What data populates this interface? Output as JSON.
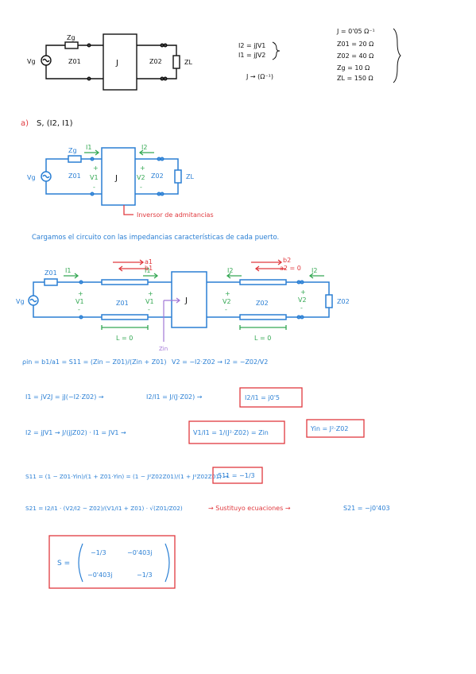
{
  "colors": {
    "ink": "#111111",
    "blue": "#2a7fd4",
    "red": "#e0393e",
    "green": "#34a853",
    "purple": "#a277d6"
  },
  "top": {
    "zg": "Zg",
    "z01": "Z01",
    "j": "J",
    "z02": "Z02",
    "zl": "ZL",
    "vg": "Vg",
    "eq1": "I2 = jJV1",
    "eq2": "I1 = jJV2",
    "unit": "J → (Ω⁻¹)",
    "givens": [
      "J = 0'05 Ω⁻¹",
      "Z01 = 20 Ω",
      "Z02 = 40 Ω",
      "Zg = 10 Ω",
      "ZL = 150 Ω"
    ]
  },
  "part_a": {
    "label": "a)",
    "title": "S, (I2, I1)",
    "circ": {
      "zg": "Zg",
      "i1": "I1",
      "i2": "I2",
      "z01": "Z01",
      "j": "J",
      "z02": "Z02",
      "zl": "ZL",
      "vg": "Vg",
      "v1": "V1",
      "v2": "V2",
      "plus": "+",
      "minus": "-"
    },
    "inversor": "Inversor de admitancias"
  },
  "sentence": "Cargamos el circuito con las impedancias características de cada puerto.",
  "circ2": {
    "a1": "a1",
    "b1": "b1",
    "b2": "b2",
    "a2": "a2 = 0",
    "z01": "Z01",
    "i1": "I1",
    "i2": "I2",
    "j": "J",
    "z02": "Z02",
    "zl": "Z02",
    "vg": "Vg",
    "v1": "V1",
    "v2": "V2",
    "plus": "+",
    "minus": "-",
    "l1": "L = 0",
    "l2": "L = 0",
    "zin": "Zin"
  },
  "eq": {
    "rho_left": "ρin = b1/a1 = S11 = (Zin − Z01)/(Zin + Z01)",
    "v2_left": "V2 = −I2·Z02 → I2 = −Z02/V2",
    "i1_left": "I1 = jV2J = jJ(−I2·Z02) →",
    "i1_frac": "I2/I1 = J/(J·Z02) →",
    "i1_box": "I2/I1 = j0'5",
    "i2_left": "I2 = jJV1 → J/(jJZ02) · I1 = JV1 →",
    "i2_box": "V1/I1 = 1/(J²·Z02) = Zin",
    "yin_box": "Yin = J²·Z02",
    "s11_left": "S11 = (1 − Z01·Yin)/(1 + Z01·Yin) = (1 − J²Z02Z01)/(1 + J²Z02Z01) →",
    "s11_box": "S11 = −1/3",
    "s21_left": "S21 = I2/I1 · (V2/I2 − Z02)/(V1/I1 + Z01) · √(Z01/Z02)",
    "s21_mid": "→ Sustituyo ecuaciones →",
    "s21_right": "S21 = −j0'403"
  },
  "matrix": {
    "s": "S =",
    "a11": "−1/3",
    "a12": "−0'403j",
    "a21": "−0'403j",
    "a22": "−1/3"
  }
}
